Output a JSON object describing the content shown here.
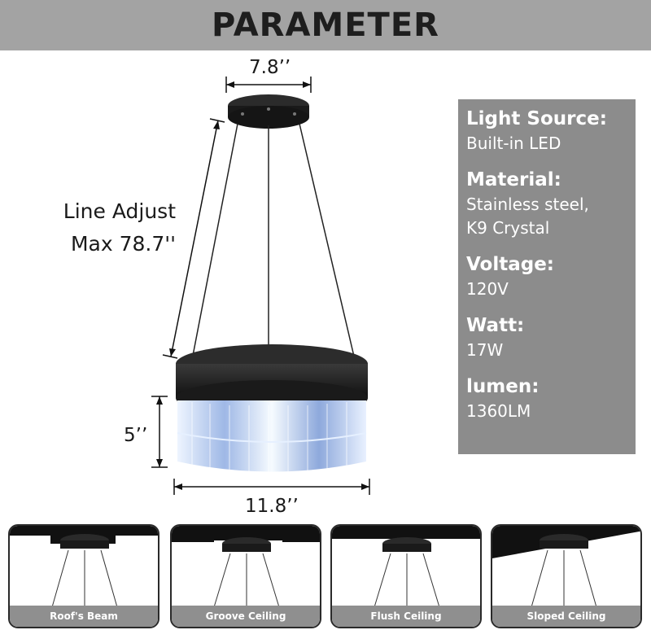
{
  "header": {
    "title": "PARAMETER"
  },
  "dimensions": {
    "canopy_width": "7.8’’",
    "line_adjust_1": "Line Adjust",
    "line_adjust_2": "Max 78.7''",
    "height": "5’’",
    "diameter": "11.8’’"
  },
  "specs": [
    {
      "label": "Light Source:",
      "values": [
        "Built-in LED"
      ]
    },
    {
      "label": "Material:",
      "values": [
        "Stainless steel,",
        "K9 Crystal"
      ]
    },
    {
      "label": "Voltage:",
      "values": [
        "120V"
      ]
    },
    {
      "label": "Watt:",
      "values": [
        "17W"
      ]
    },
    {
      "label": "lumen:",
      "values": [
        "1360LM"
      ]
    }
  ],
  "scenes": [
    {
      "caption": "Roof's Beam"
    },
    {
      "caption": "Groove Ceiling"
    },
    {
      "caption": "Flush Ceiling"
    },
    {
      "caption": "Sloped Ceiling"
    }
  ],
  "colors": {
    "header_bg": "#a3a3a3",
    "spec_panel_bg": "#8c8c8c",
    "fixture_black": "#1f1f1f",
    "crystal": "#cfe0ff"
  }
}
